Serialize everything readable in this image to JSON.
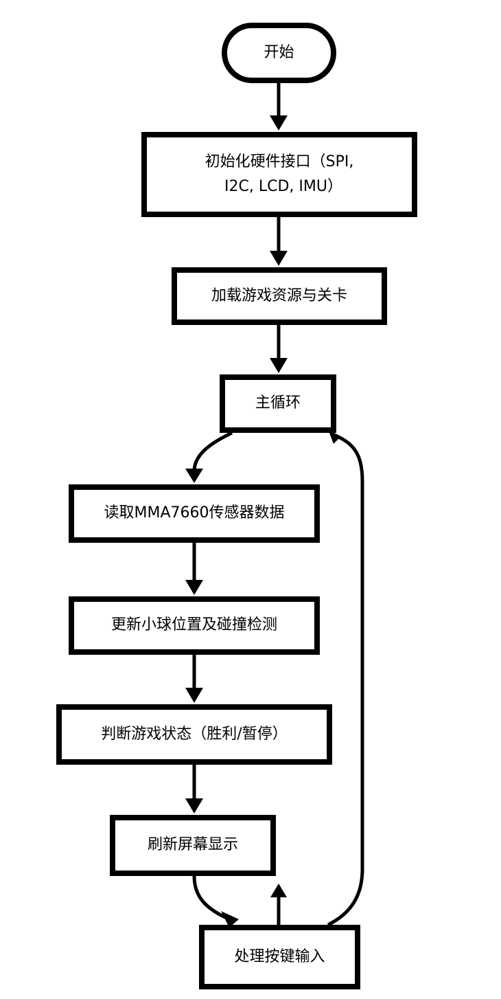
{
  "diagram": {
    "nodes": [
      {
        "id": "start",
        "lines": [
          "开始"
        ]
      },
      {
        "id": "init",
        "lines": [
          "初始化硬件接口（SPI,",
          "I2C, LCD, IMU）"
        ]
      },
      {
        "id": "load",
        "lines": [
          "加载游戏资源与关卡"
        ]
      },
      {
        "id": "main",
        "lines": [
          "主循环"
        ]
      },
      {
        "id": "read",
        "lines": [
          "读取MMA7660传感器数据"
        ]
      },
      {
        "id": "update",
        "lines": [
          "更新小球位置及碰撞检测"
        ]
      },
      {
        "id": "judge",
        "lines": [
          "判断游戏状态（胜利/暂停）"
        ]
      },
      {
        "id": "refresh",
        "lines": [
          "刷新屏幕显示"
        ]
      },
      {
        "id": "input",
        "lines": [
          "处理按键输入"
        ]
      }
    ],
    "edges": [
      {
        "from": "start",
        "to": "init"
      },
      {
        "from": "init",
        "to": "load"
      },
      {
        "from": "load",
        "to": "main"
      },
      {
        "from": "main",
        "to": "read"
      },
      {
        "from": "read",
        "to": "update"
      },
      {
        "from": "update",
        "to": "judge"
      },
      {
        "from": "judge",
        "to": "refresh"
      },
      {
        "from": "refresh",
        "to": "input"
      },
      {
        "from": "input",
        "to": "main"
      }
    ]
  }
}
